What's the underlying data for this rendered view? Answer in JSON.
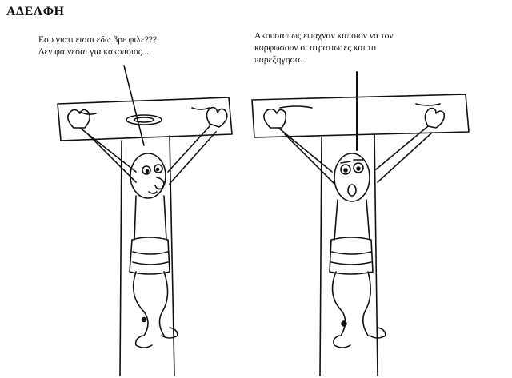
{
  "title": "ΑΔΕΛΦΗ",
  "panels": [
    {
      "speech": [
        "Εσυ γιατι εισαι εδω βρε φιλε???",
        "Δεν φαινεσαι για κακοποιος..."
      ]
    },
    {
      "speech": [
        "Ακουσα πως εψαχναν καποιον να τον",
        "καρφωσουν οι στρατιωτες και το",
        "παρεξηγησα..."
      ]
    }
  ]
}
